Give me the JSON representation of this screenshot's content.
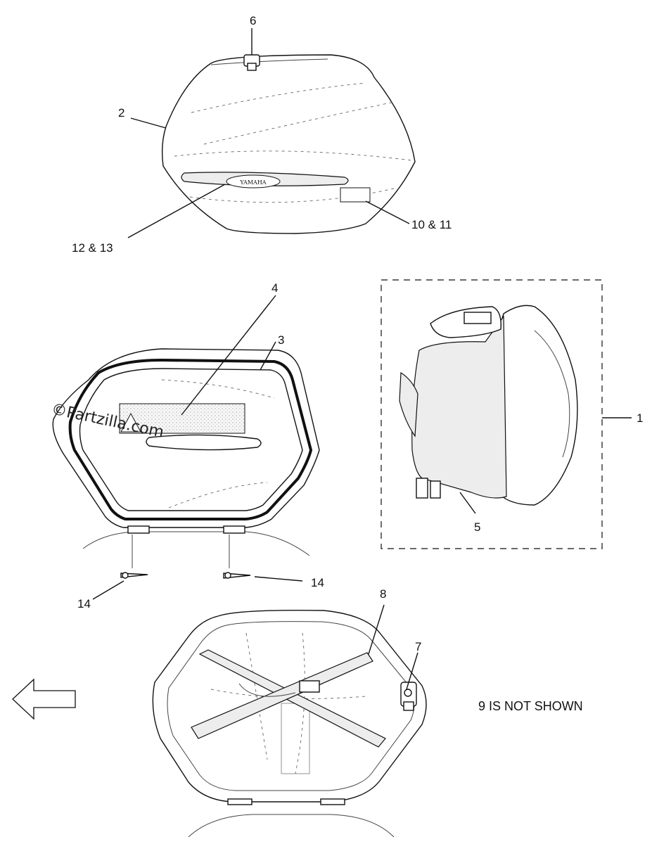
{
  "callouts": {
    "c1": "1",
    "c2": "2",
    "c3": "3",
    "c4": "4",
    "c5": "5",
    "c6": "6",
    "c7": "7",
    "c8": "8",
    "c10_11": "10 & 11",
    "c12_13": "12 & 13",
    "c14_left": "14",
    "c14_right": "14"
  },
  "emblem_text": "YAMAHA",
  "note_text": "9 IS NOT SHOWN",
  "watermark": "©Partzilla.com",
  "colors": {
    "line": "#111111",
    "fill": "#ffffff",
    "stipple": "#ededed"
  }
}
